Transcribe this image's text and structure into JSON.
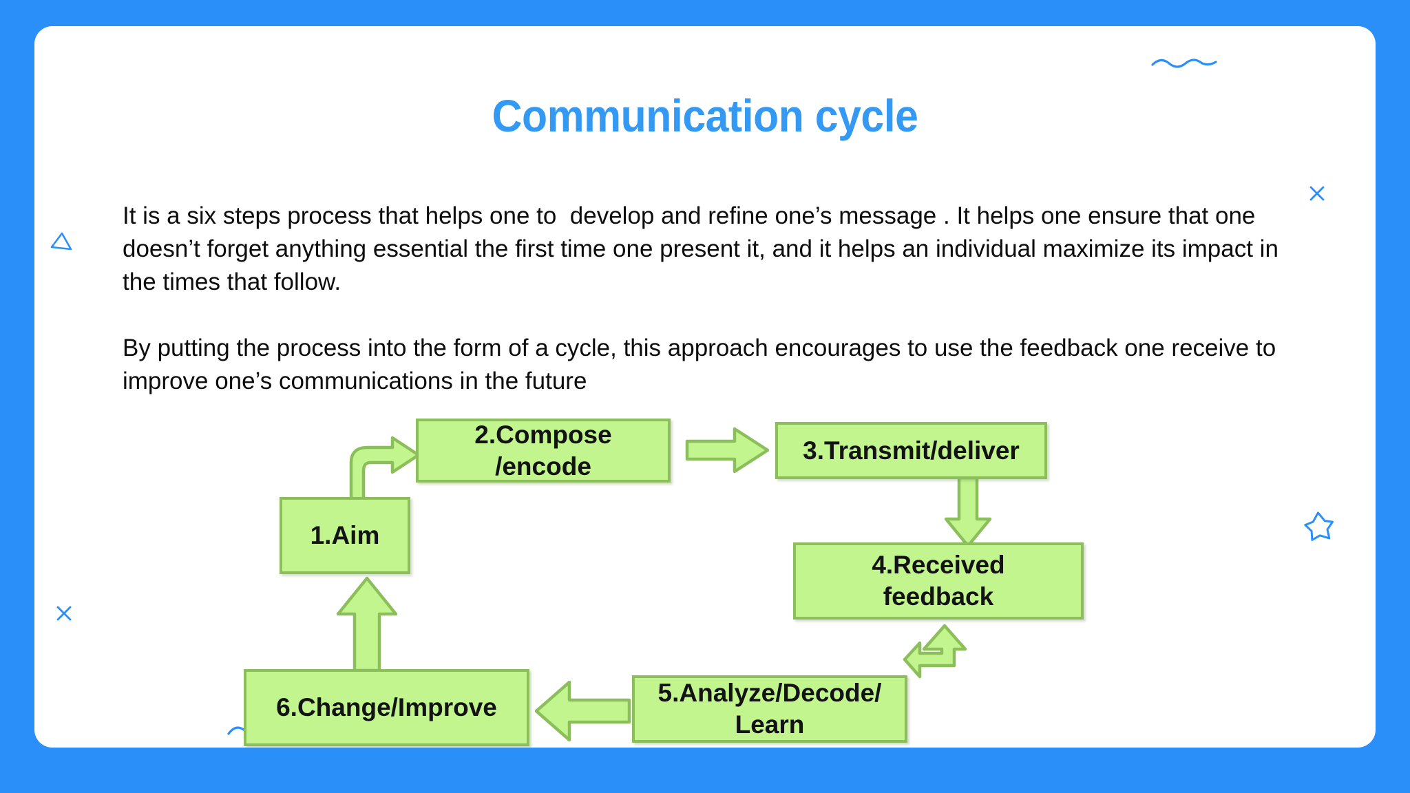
{
  "slide": {
    "background_color": "#2b8ffa",
    "card_color": "#ffffff",
    "accent_color": "#3399f3",
    "node_fill": "#c2f58e",
    "node_border": "#8cbf5c"
  },
  "header": {
    "title": "Communication cycle"
  },
  "body": {
    "paragraph1": "It is a six steps process that helps one to  develop and refine one’s message . It helps one ensure that one  doesn’t forget anything essential the first time one present it, and it helps an individual maximize its impact in the times that follow.",
    "paragraph2": "By putting the process into the form of a cycle, this approach encourages to use the feedback one receive to improve one’s communications in the future"
  },
  "diagram": {
    "type": "cycle-flowchart",
    "nodes": [
      {
        "id": 1,
        "label": "1.Aim"
      },
      {
        "id": 2,
        "label": "2.Compose\n/encode"
      },
      {
        "id": 3,
        "label": "3.Transmit/deliver"
      },
      {
        "id": 4,
        "label": "4.Received\nfeedback"
      },
      {
        "id": 5,
        "label": "5.Analyze/Decode/\nLearn"
      },
      {
        "id": 6,
        "label": "6.Change/Improve"
      }
    ],
    "edges": [
      {
        "from": 1,
        "to": 2,
        "shape": "elbow-up-right"
      },
      {
        "from": 2,
        "to": 3,
        "shape": "straight-right"
      },
      {
        "from": 3,
        "to": 4,
        "shape": "straight-down"
      },
      {
        "from": 4,
        "to": 5,
        "shape": "elbow-double-head"
      },
      {
        "from": 5,
        "to": 6,
        "shape": "straight-left"
      },
      {
        "from": 6,
        "to": 1,
        "shape": "straight-up"
      }
    ]
  },
  "decorations": [
    {
      "name": "squiggle-top",
      "color": "#2b8ffa"
    },
    {
      "name": "triangle-left",
      "color": "#2b8ffa"
    },
    {
      "name": "x-mark-top-right",
      "color": "#2b8ffa"
    },
    {
      "name": "star-right",
      "color": "#2b8ffa"
    },
    {
      "name": "x-mark-left",
      "color": "#2b8ffa"
    },
    {
      "name": "squiggle-bottom",
      "color": "#2b8ffa"
    }
  ]
}
